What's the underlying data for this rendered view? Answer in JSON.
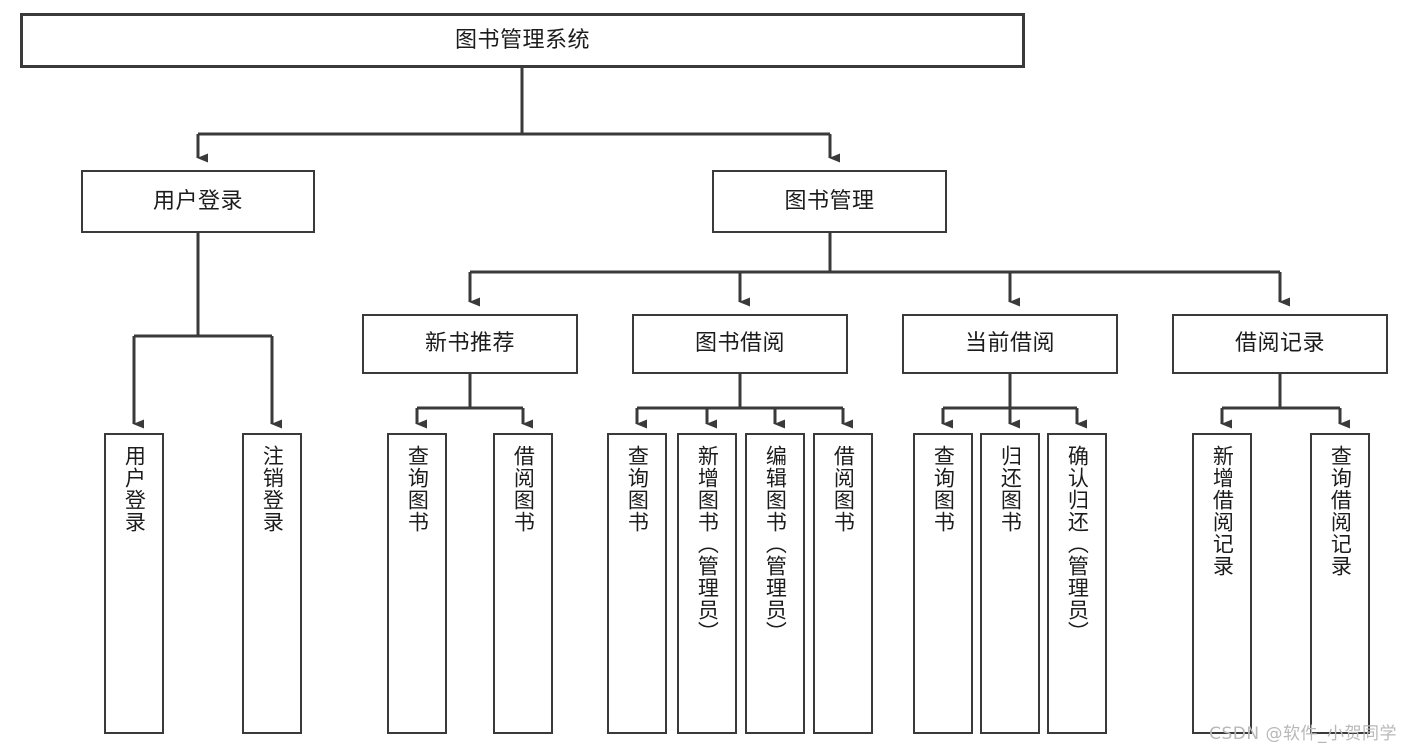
{
  "diagram": {
    "title": "图书管理系统",
    "watermark": "CSDN @软件_小贺同学",
    "line_color": "#3a3a3a",
    "box_fill": "#ffffff",
    "text_color": "#1c1c1c",
    "watermark_color": "#b8b8b8",
    "root": {
      "label": "图书管理系统"
    },
    "level2": [
      {
        "label": "用户登录"
      },
      {
        "label": "图书管理"
      }
    ],
    "level3": [
      {
        "label": "新书推荐"
      },
      {
        "label": "图书借阅"
      },
      {
        "label": "当前借阅"
      },
      {
        "label": "借阅记录"
      }
    ],
    "leaves": {
      "user_login": [
        {
          "label": "用户登录"
        },
        {
          "label": "注销登录"
        }
      ],
      "new_book_recommend": [
        {
          "label": "查询图书"
        },
        {
          "label": "借阅图书"
        }
      ],
      "book_borrow": [
        {
          "label": "查询图书"
        },
        {
          "label": "新增图书（管理员）"
        },
        {
          "label": "编辑图书（管理员）"
        },
        {
          "label": "借阅图书"
        }
      ],
      "current_borrow": [
        {
          "label": "查询图书"
        },
        {
          "label": "归还图书"
        },
        {
          "label": "确认归还（管理员）"
        }
      ],
      "borrow_record": [
        {
          "label": "新增借阅记录"
        },
        {
          "label": "查询借阅记录"
        }
      ]
    }
  }
}
